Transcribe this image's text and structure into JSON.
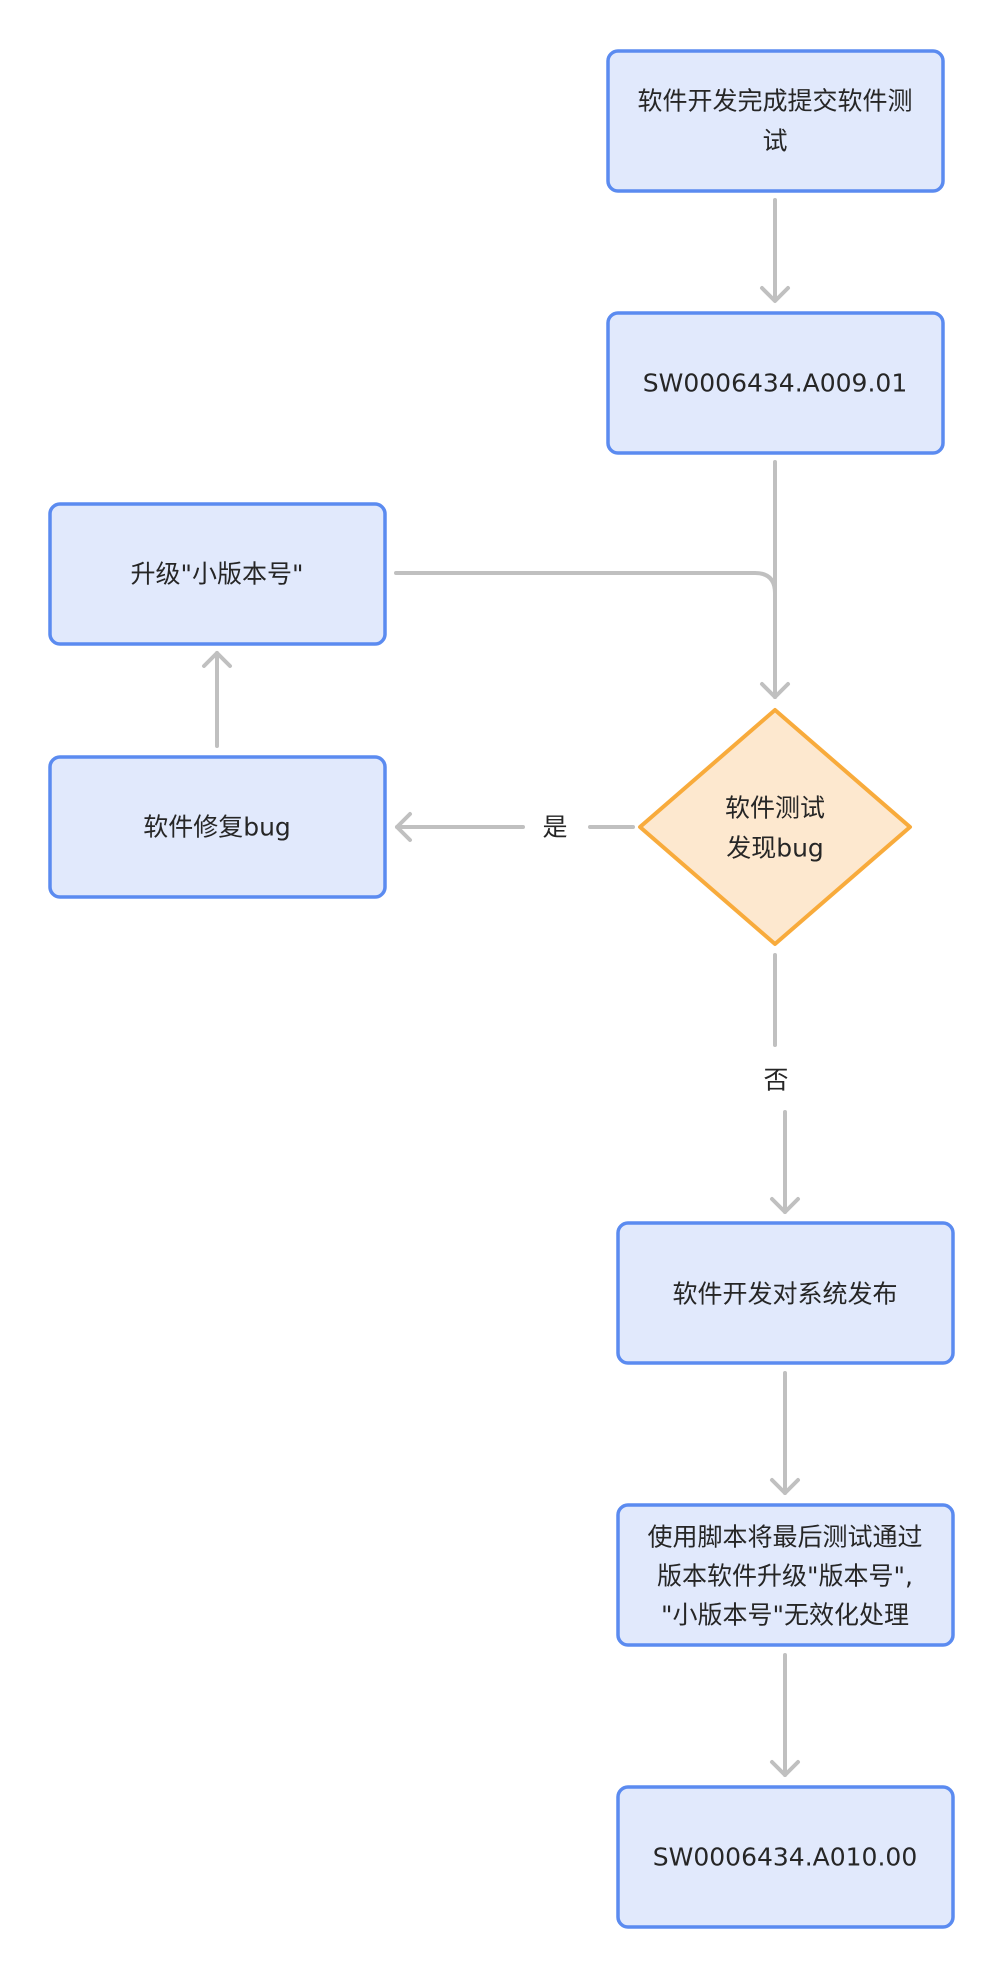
{
  "diagram": {
    "nodes": {
      "start": {
        "lines": [
          "软件开发完成提交软件测",
          "试"
        ]
      },
      "version_initial": {
        "lines": [
          "SW0006434.A009.01"
        ]
      },
      "upgrade_minor": {
        "lines": [
          "升级\"小版本号\""
        ]
      },
      "bug_fix": {
        "lines": [
          "软件修复bug"
        ]
      },
      "decision": {
        "lines": [
          "软件测试",
          "发现bug"
        ]
      },
      "release": {
        "lines": [
          "软件开发对系统发布"
        ]
      },
      "script_process": {
        "lines": [
          "使用脚本将最后测试通过",
          "版本软件升级\"版本号\",",
          "\"小版本号\"无效化处理"
        ]
      },
      "version_final": {
        "lines": [
          "SW0006434.A010.00"
        ]
      }
    },
    "edge_labels": {
      "yes": "是",
      "no": "否"
    },
    "colors": {
      "box_fill": "#e1e9fc",
      "box_stroke": "#5b8bf0",
      "decision_fill": "#fde8cf",
      "decision_stroke": "#f8ab3c",
      "edge": "#c0c0c0",
      "text": "#262626"
    }
  }
}
